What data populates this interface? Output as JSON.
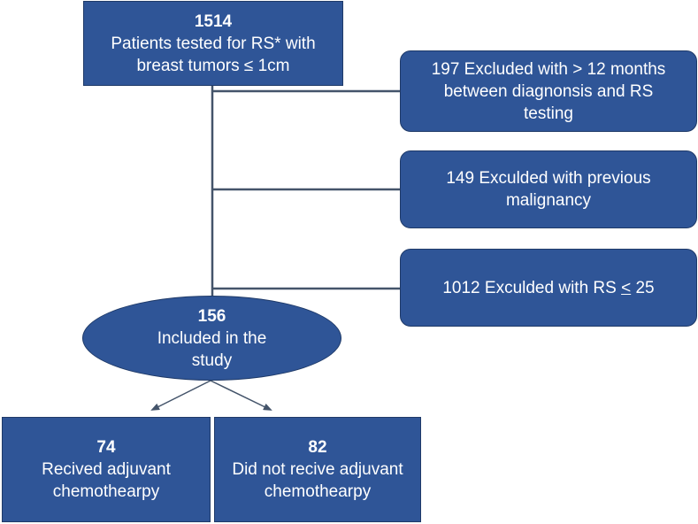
{
  "colors": {
    "box_fill": "#2f5597",
    "box_border": "#1f3a68",
    "connector": "#44546a",
    "text": "#ffffff"
  },
  "nodes": {
    "tested": {
      "count": "1514",
      "text_line1": "Patients tested for RS* with",
      "text_line2": "breast tumors ≤ 1cm"
    },
    "excluded_months": {
      "line1": "197 Excluded with > 12 months",
      "line2": "between diagnonsis and RS",
      "line3": "testing"
    },
    "excluded_malignancy": {
      "line1": "149 Exculded with previous",
      "line2": "malignancy"
    },
    "excluded_rs": {
      "prefix": "1012 Exculded with RS ",
      "symbol": "<",
      "suffix": " 25"
    },
    "included": {
      "count": "156",
      "line1": "Included in the",
      "line2": "study"
    },
    "received": {
      "count": "74",
      "line1": "Recived adjuvant",
      "line2": "chemothearpy"
    },
    "not_received": {
      "count": "82",
      "line1": "Did not recive adjuvant",
      "line2": "chemothearpy"
    }
  }
}
